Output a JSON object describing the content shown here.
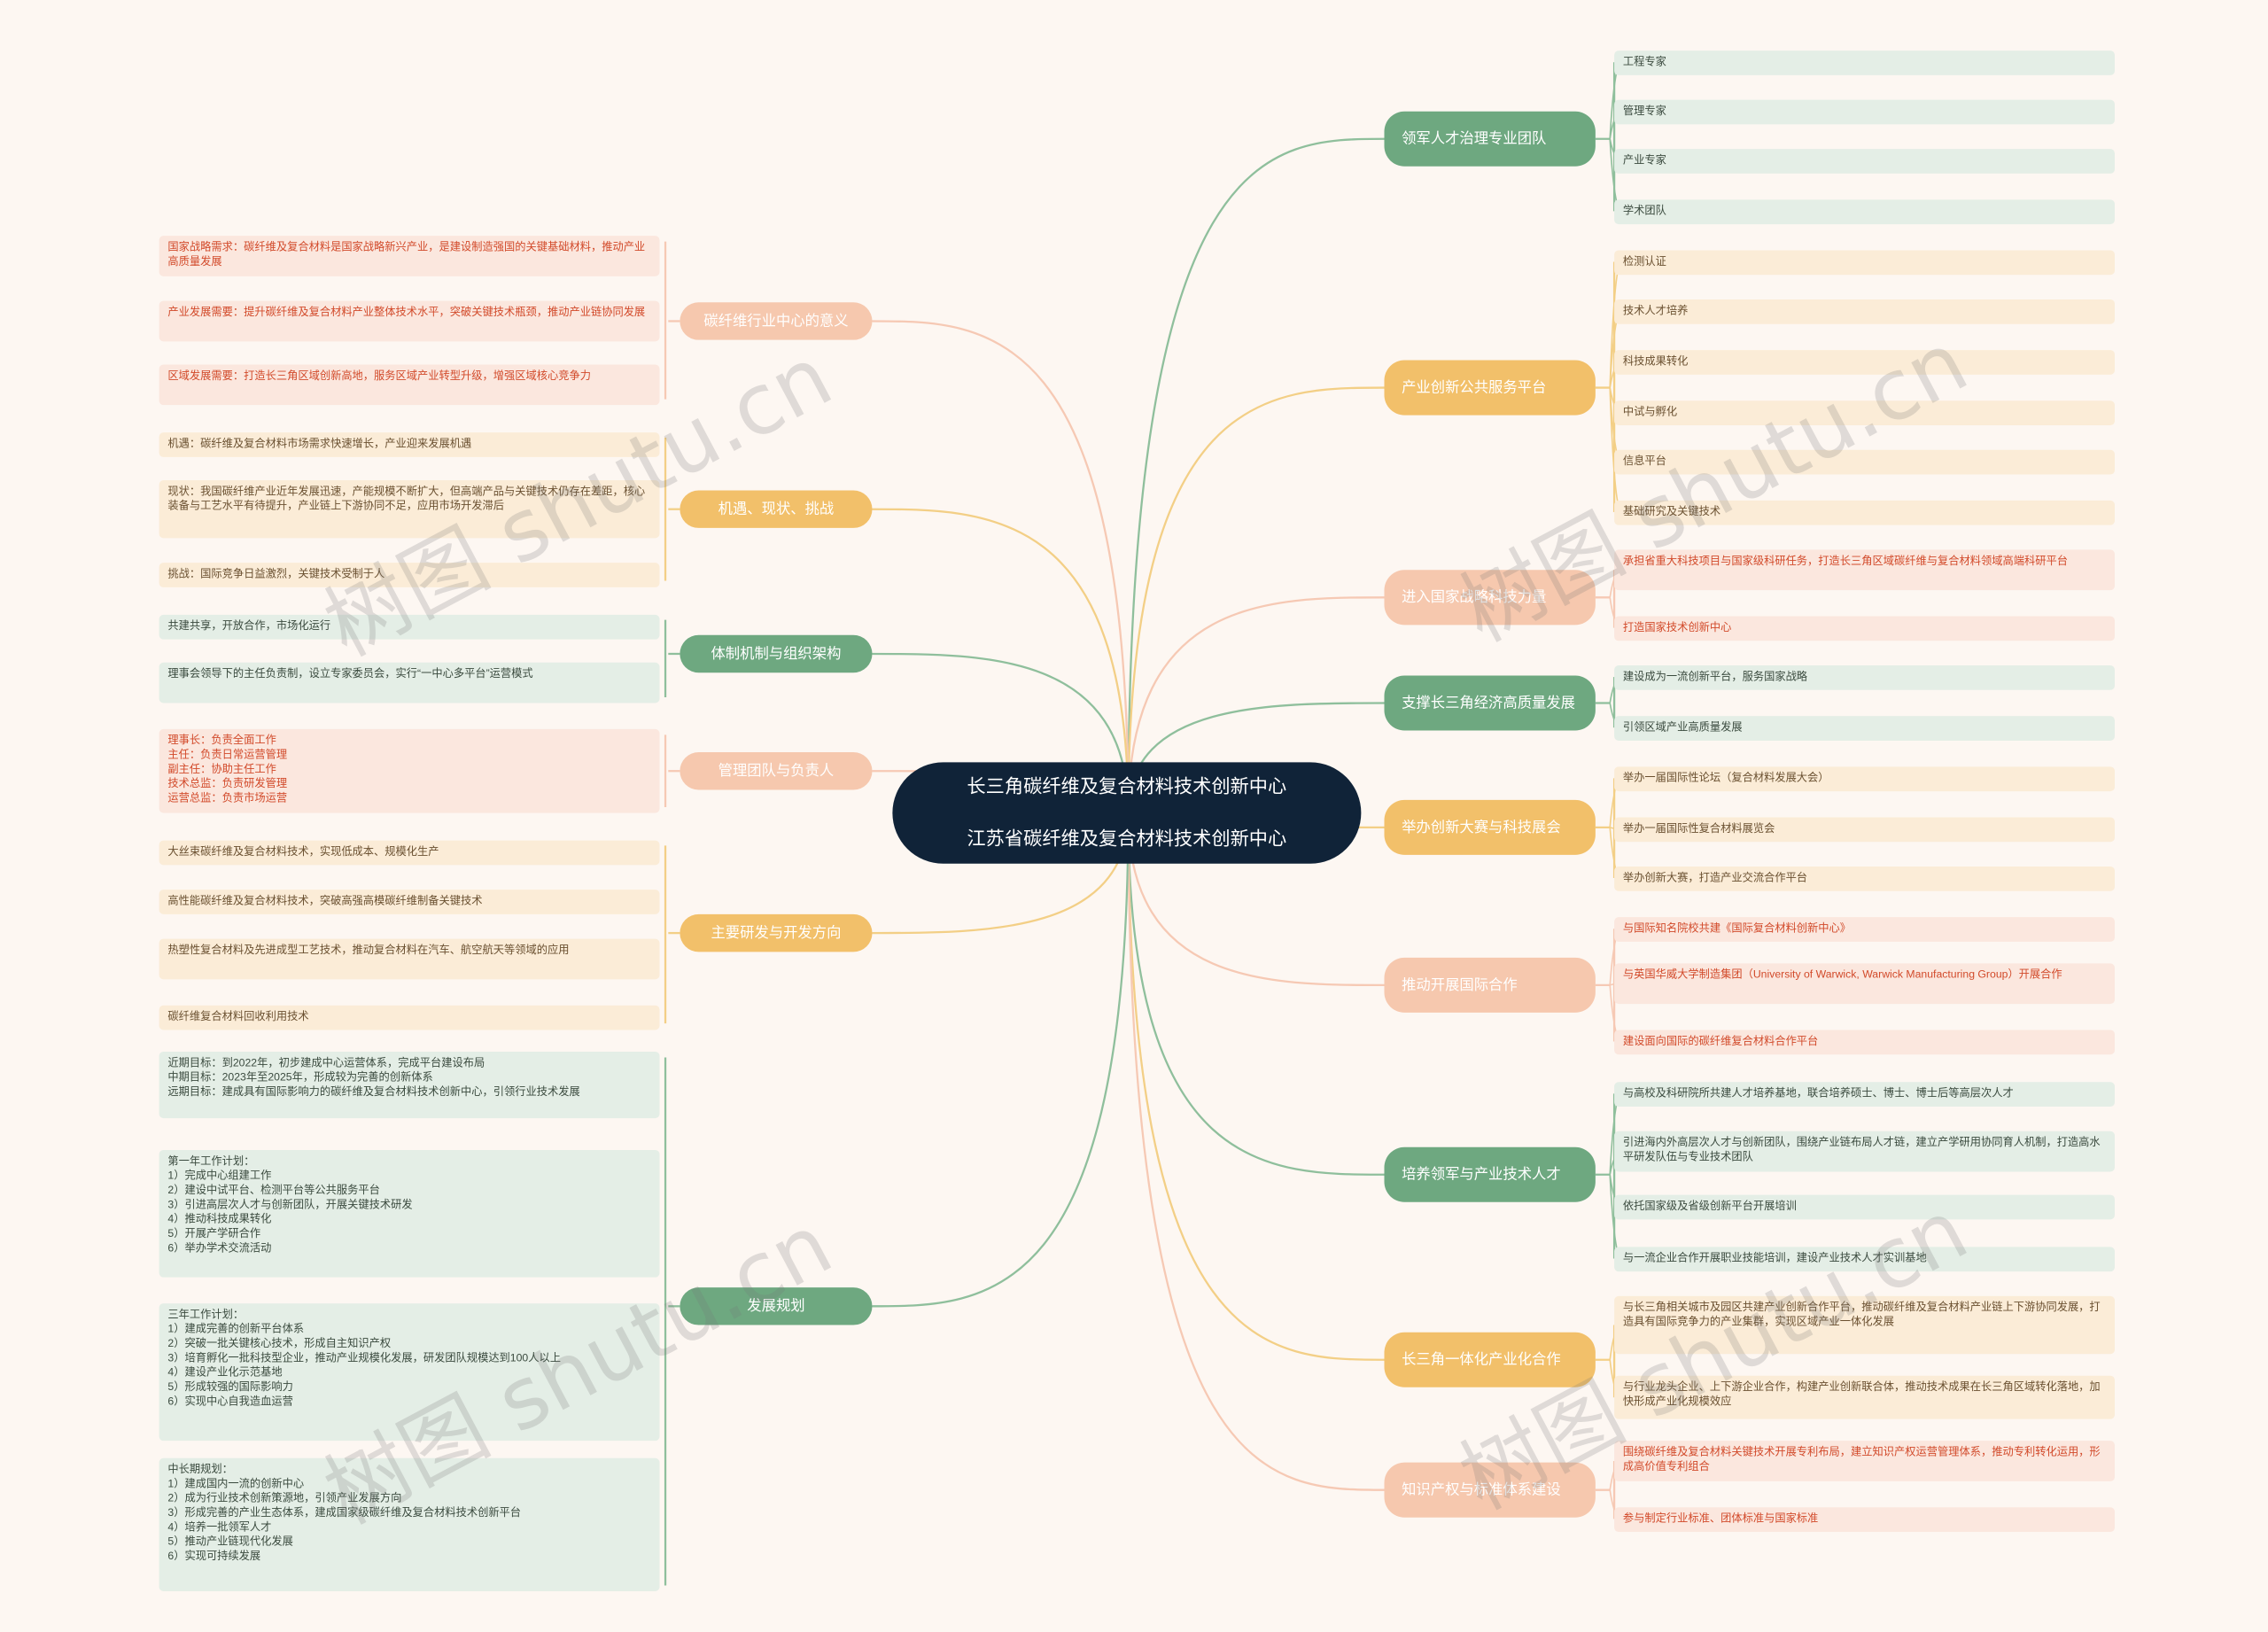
{
  "root": {
    "line1": "长三角碳纤维及复合材料技术创新中心",
    "line2": "江苏省碳纤维及复合材料技术创新中心"
  },
  "right_branches": [
    {
      "id": "r1",
      "label": "领军人才治理专业团队",
      "color": "green",
      "leaves": [
        "工程专家",
        "管理专家",
        "产业专家",
        "学术团队"
      ]
    },
    {
      "id": "r2",
      "label": "产业创新公共服务平台",
      "color": "orange",
      "leaves": [
        "检测认证",
        "技术人才培养",
        "科技成果转化",
        "中试与孵化",
        "信息平台",
        "基础研究及关键技术"
      ]
    },
    {
      "id": "r3",
      "label": "进入国家战略科技力量",
      "color": "salmon",
      "leaves": [
        "承担省重大科技项目与国家级科研任务，打造长三角区域碳纤维与复合材料领域高端科研平台",
        "打造国家技术创新中心"
      ]
    },
    {
      "id": "r4",
      "label": "支撑长三角经济高质量发展",
      "color": "green",
      "leaves": [
        "建设成为一流创新平台，服务国家战略",
        "引领区域产业高质量发展"
      ]
    },
    {
      "id": "r5",
      "label": "举办创新大赛与科技展会",
      "color": "orange",
      "leaves": [
        "举办一届国际性论坛（复合材料发展大会）",
        "举办一届国际性复合材料展览会",
        "举办创新大赛，打造产业交流合作平台"
      ]
    },
    {
      "id": "r6",
      "label": "推动开展国际合作",
      "color": "salmon",
      "leaves": [
        "与国际知名院校共建《国际复合材料创新中心》",
        "与英国华威大学制造集团（University of Warwick, Warwick Manufacturing Group）开展合作",
        "建设面向国际的碳纤维复合材料合作平台"
      ]
    },
    {
      "id": "r7",
      "label": "培养领军与产业技术人才",
      "color": "green",
      "leaves": [
        "与高校及科研院所共建人才培养基地，联合培养硕士、博士、博士后等高层次人才",
        "引进海内外高层次人才与创新团队，围绕产业链布局人才链，建立产学研用协同育人机制，打造高水平研发队伍与专业技术团队",
        "依托国家级及省级创新平台开展培训",
        "与一流企业合作开展职业技能培训，建设产业技术人才实训基地"
      ]
    },
    {
      "id": "r8",
      "label": "长三角一体化产业化合作",
      "color": "orange",
      "leaves": [
        "与长三角相关城市及园区共建产业创新合作平台，推动碳纤维及复合材料产业链上下游协同发展，打造具有国际竞争力的产业集群，实现区域产业一体化发展",
        "与行业龙头企业、上下游企业合作，构建产业创新联合体，推动技术成果在长三角区域转化落地，加快形成产业化规模效应"
      ]
    },
    {
      "id": "r9",
      "label": "知识产权与标准体系建设",
      "color": "salmon",
      "leaves": [
        "围绕碳纤维及复合材料关键技术开展专利布局，建立知识产权运营管理体系，推动专利转化运用，形成高价值专利组合",
        "参与制定行业标准、团体标准与国家标准"
      ]
    }
  ],
  "left_branches": [
    {
      "id": "l1",
      "label": "碳纤维行业中心的意义",
      "color": "salmon",
      "leaves": [
        "国家战略需求：碳纤维及复合材料是国家战略新兴产业，是建设制造强国的关键基础材料，推动产业高质量发展",
        "产业发展需要：提升碳纤维及复合材料产业整体技术水平，突破关键技术瓶颈，推动产业链协同发展",
        "区域发展需要：打造长三角区域创新高地，服务区域产业转型升级，增强区域核心竞争力"
      ]
    },
    {
      "id": "l2",
      "label": "机遇、现状、挑战",
      "color": "orange",
      "leaves": [
        "机遇：碳纤维及复合材料市场需求快速增长，产业迎来发展机遇",
        "现状：我国碳纤维产业近年发展迅速，产能规模不断扩大，但高端产品与关键技术仍存在差距，核心装备与工艺水平有待提升，产业链上下游协同不足，应用市场开发滞后",
        "挑战：国际竞争日益激烈，关键技术受制于人"
      ]
    },
    {
      "id": "l3",
      "label": "体制机制与组织架构",
      "color": "green",
      "leaves": [
        "共建共享，开放合作，市场化运行",
        "理事会领导下的主任负责制，设立专家委员会，实行“一中心多平台”运营模式"
      ]
    },
    {
      "id": "l4",
      "label": "管理团队与负责人",
      "color": "salmon",
      "leaves": [
        "理事长：负责全面工作\n主任：负责日常运营管理\n副主任：协助主任工作\n技术总监：负责研发管理\n运营总监：负责市场运营"
      ]
    },
    {
      "id": "l5",
      "label": "主要研发与开发方向",
      "color": "orange",
      "leaves": [
        "大丝束碳纤维及复合材料技术，实现低成本、规模化生产",
        "高性能碳纤维及复合材料技术，突破高强高模碳纤维制备关键技术",
        "热塑性复合材料及先进成型工艺技术，推动复合材料在汽车、航空航天等领域的应用",
        "碳纤维复合材料回收利用技术"
      ]
    },
    {
      "id": "l6",
      "label": "发展规划",
      "color": "green",
      "leaves": [
        "近期目标：到2022年，初步建成中心运营体系，完成平台建设布局\n中期目标：2023年至2025年，形成较为完善的创新体系\n远期目标：建成具有国际影响力的碳纤维及复合材料技术创新中心，引领行业技术发展",
        "第一年工作计划：\n1）完成中心组建工作\n2）建设中试平台、检测平台等公共服务平台\n3）引进高层次人才与创新团队，开展关键技术研发\n4）推动科技成果转化\n5）开展产学研合作\n6）举办学术交流活动",
        "三年工作计划：\n1）建成完善的创新平台体系\n2）突破一批关键核心技术，形成自主知识产权\n3）培育孵化一批科技型企业，推动产业规模化发展，研发团队规模达到100人以上\n4）建设产业化示范基地\n5）形成较强的国际影响力\n6）实现中心自我造血运营",
        "中长期规划：\n1）建成国内一流的创新中心\n2）成为行业技术创新策源地，引领产业发展方向\n3）形成完善的产业生态体系，建成国家级碳纤维及复合材料技术创新平台\n4）培养一批领军人才\n5）推动产业链现代化发展\n6）实现可持续发展"
      ]
    }
  ],
  "watermark_text": "树图 shutu.cn",
  "colors": {
    "root_bg": "#102338",
    "green": "#6ea880",
    "orange": "#f2c06a",
    "salmon": "#f6c8ae",
    "background": "#fdf7f2"
  }
}
